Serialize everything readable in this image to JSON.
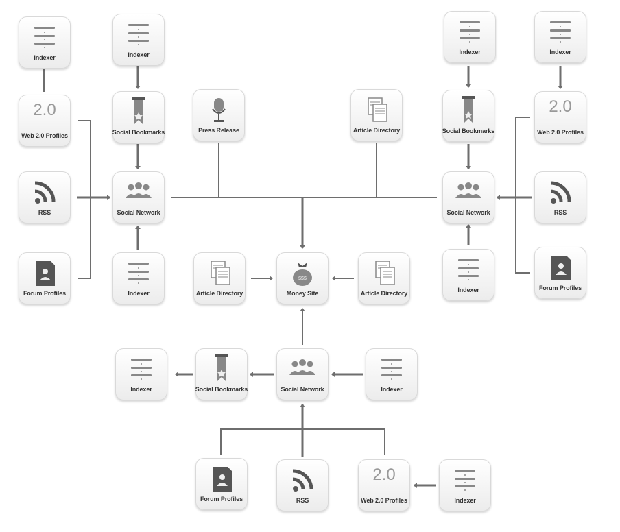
{
  "labels": {
    "indexer": "Indexer",
    "web20": "Web 2.0 Profiles",
    "web20_mark": "2.0",
    "rss": "RSS",
    "forum": "Forum Profiles",
    "bookmarks": "Social Bookmarks",
    "social": "Social Network",
    "press": "Press Release",
    "article": "Article Directory",
    "money": "Money Site",
    "money_mark": "$$$"
  },
  "colors": {
    "line": "#6e6e6e",
    "icon": "#888888",
    "icon_dark": "#555555"
  },
  "nodes": [
    {
      "id": "idx-tl",
      "kind": "indexer"
    },
    {
      "id": "idx-tl2",
      "kind": "indexer"
    },
    {
      "id": "web20-l",
      "kind": "web20"
    },
    {
      "id": "bm-l",
      "kind": "bookmarks"
    },
    {
      "id": "press",
      "kind": "press"
    },
    {
      "id": "art-top",
      "kind": "article"
    },
    {
      "id": "bm-r",
      "kind": "bookmarks"
    },
    {
      "id": "web20-r",
      "kind": "web20"
    },
    {
      "id": "idx-tr1",
      "kind": "indexer"
    },
    {
      "id": "idx-tr2",
      "kind": "indexer"
    },
    {
      "id": "rss-l",
      "kind": "rss"
    },
    {
      "id": "soc-l",
      "kind": "social"
    },
    {
      "id": "soc-r",
      "kind": "social"
    },
    {
      "id": "rss-r",
      "kind": "rss"
    },
    {
      "id": "forum-l",
      "kind": "forum"
    },
    {
      "id": "idx-l-bot",
      "kind": "indexer"
    },
    {
      "id": "art-l",
      "kind": "article"
    },
    {
      "id": "money",
      "kind": "money"
    },
    {
      "id": "art-r",
      "kind": "article"
    },
    {
      "id": "idx-r-bot",
      "kind": "indexer"
    },
    {
      "id": "forum-r",
      "kind": "forum"
    },
    {
      "id": "idx-b-l",
      "kind": "indexer"
    },
    {
      "id": "bm-b",
      "kind": "bookmarks"
    },
    {
      "id": "soc-b",
      "kind": "social"
    },
    {
      "id": "idx-b-r",
      "kind": "indexer"
    },
    {
      "id": "forum-b",
      "kind": "forum"
    },
    {
      "id": "rss-b",
      "kind": "rss"
    },
    {
      "id": "web20-b",
      "kind": "web20"
    },
    {
      "id": "idx-b-far",
      "kind": "indexer"
    }
  ]
}
